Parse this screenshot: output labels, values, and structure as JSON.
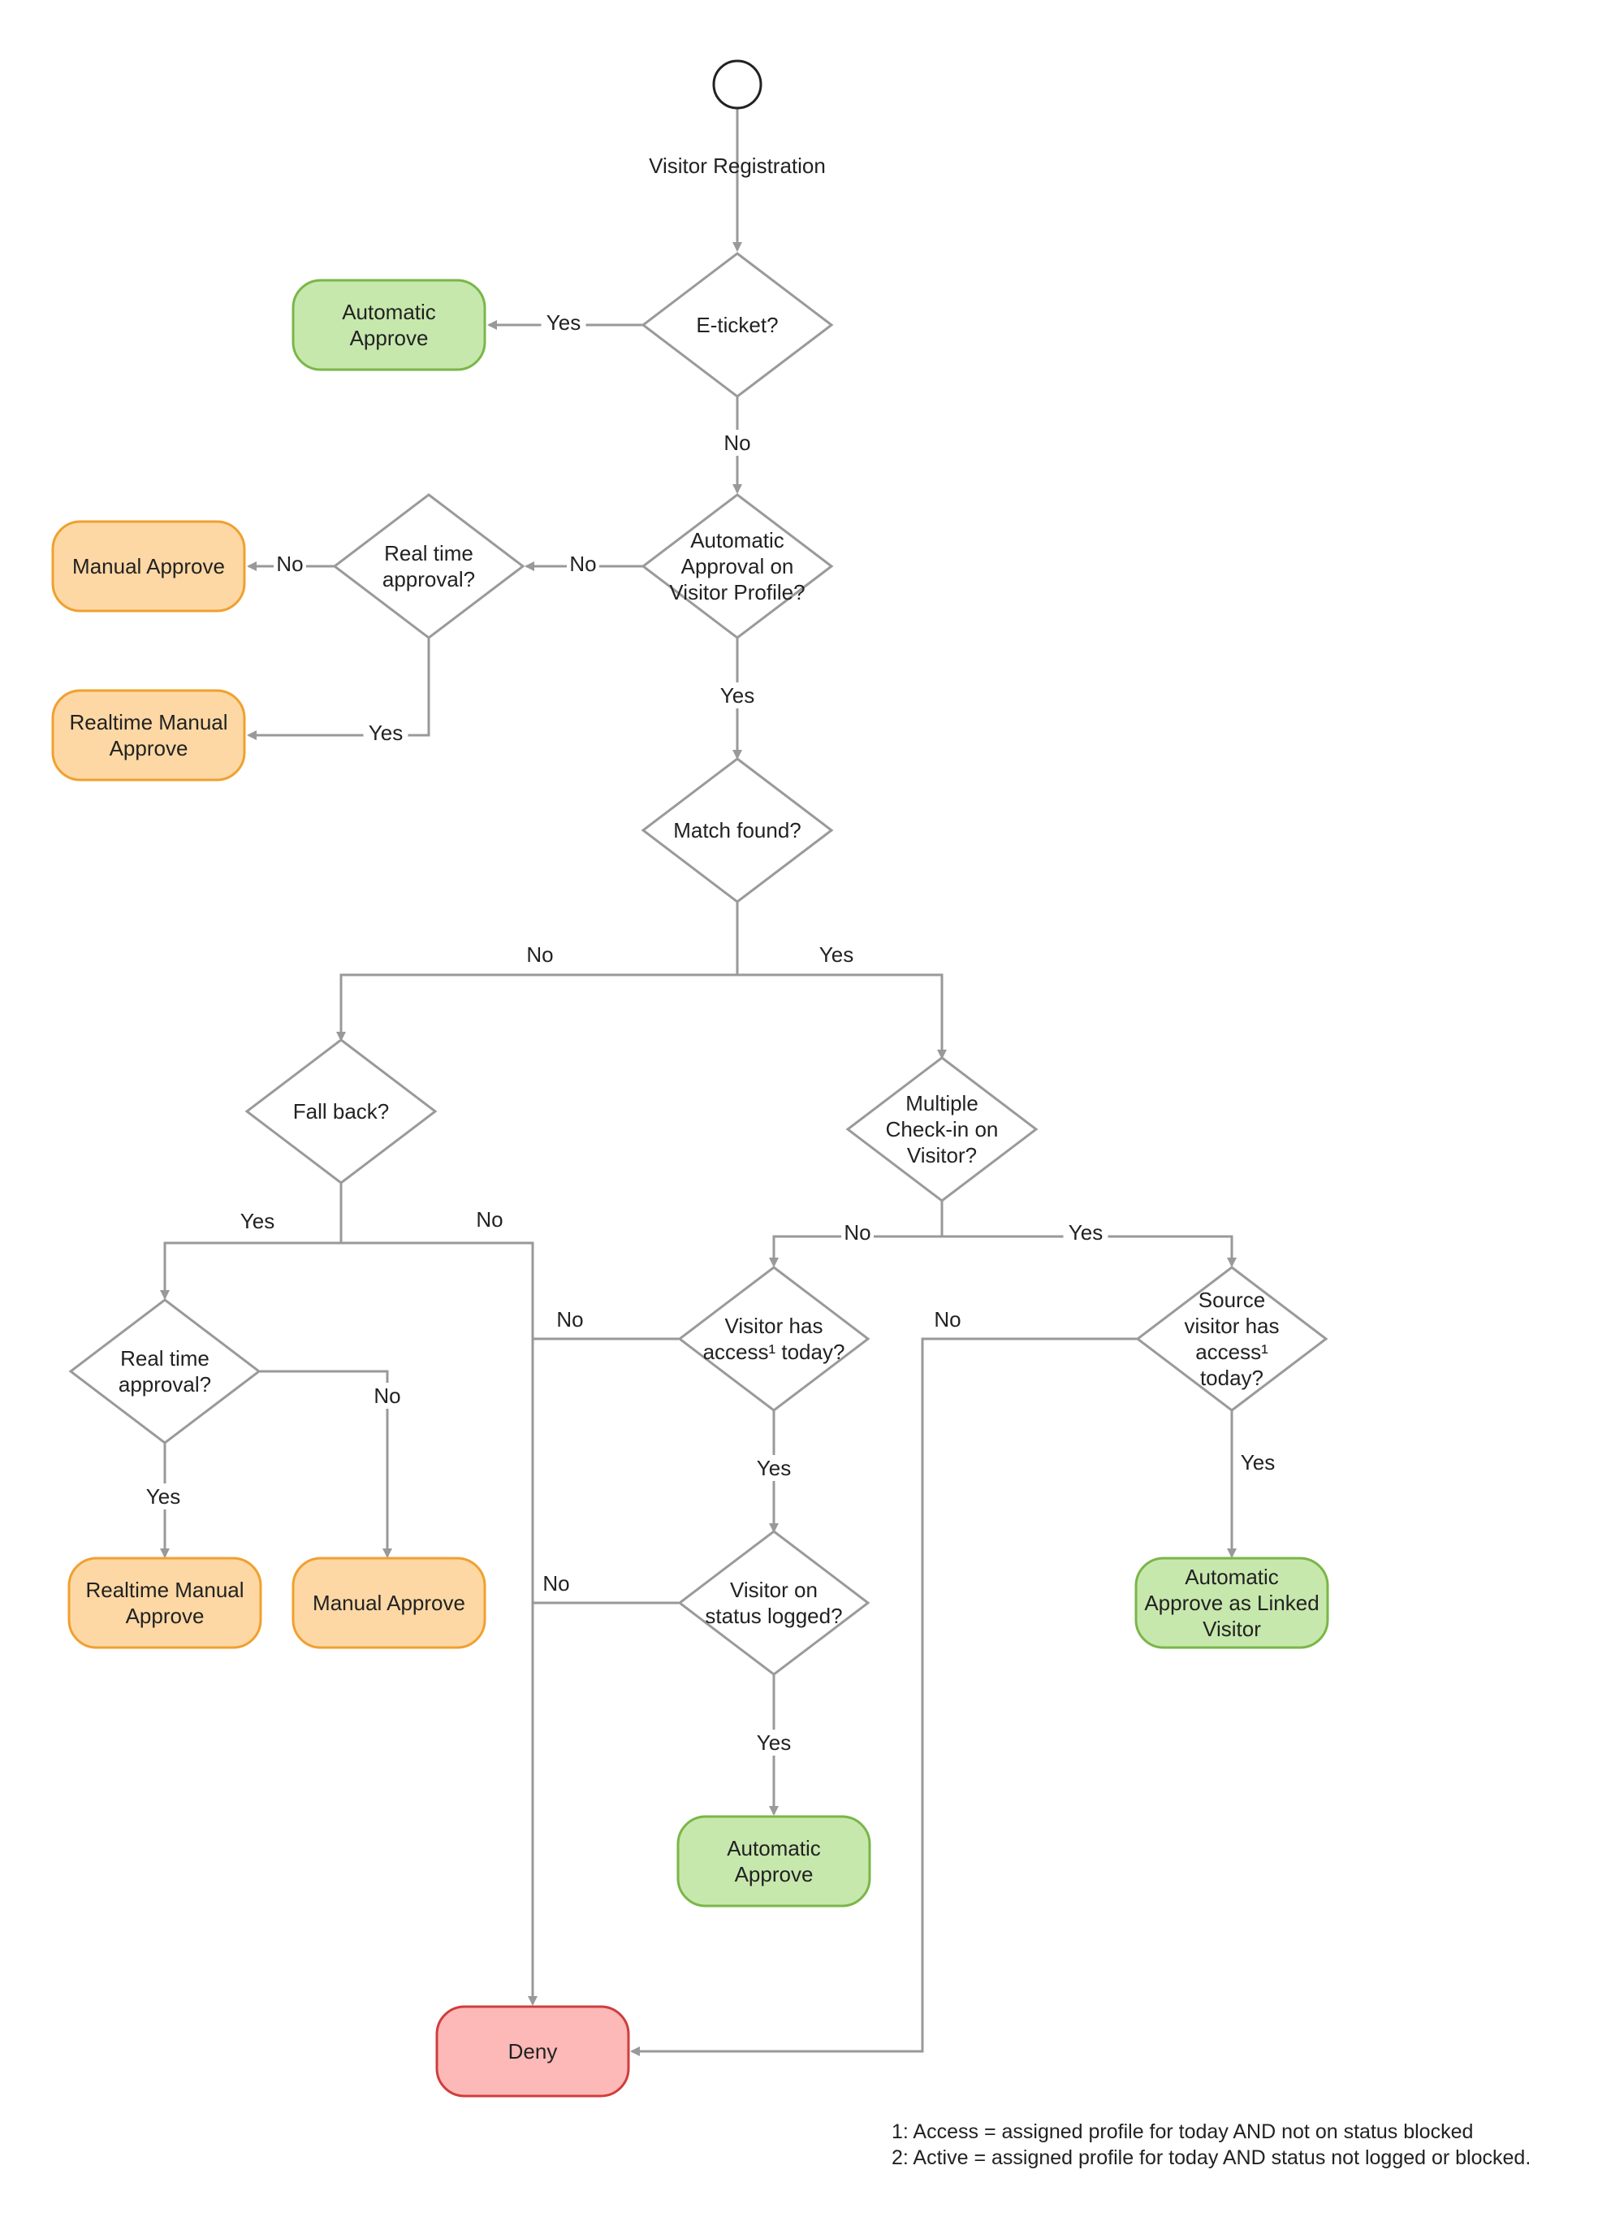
{
  "colors": {
    "line": "#999999",
    "decision_stroke": "#9a9a9a",
    "green_fill": "#c7e8ad",
    "green_stroke": "#7ab648",
    "green_text": "#4e7a2c",
    "orange_fill": "#fdd8a4",
    "orange_stroke": "#f0a030",
    "orange_text": "#b06a10",
    "red_fill": "#fdb9b7",
    "red_stroke": "#d03d3d",
    "red_text": "#a02424"
  },
  "nodes": {
    "start": {
      "label": ""
    },
    "visitor_registration": {
      "lines": [
        "Visitor Registration"
      ]
    },
    "eticket": {
      "lines": [
        "E-ticket?"
      ]
    },
    "auto_approve_top": {
      "lines": [
        "Automatic",
        "Approve"
      ]
    },
    "auto_approval_profile": {
      "lines": [
        "Automatic",
        "Approval on",
        "Visitor Profile?"
      ]
    },
    "realtime_top": {
      "lines": [
        "Real time",
        "approval?"
      ]
    },
    "manual_approve_top": {
      "lines": [
        "Manual Approve"
      ]
    },
    "realtime_manual_top": {
      "lines": [
        "Realtime Manual",
        "Approve"
      ]
    },
    "match_found": {
      "lines": [
        "Match found?"
      ]
    },
    "fall_back": {
      "lines": [
        "Fall back?"
      ]
    },
    "multiple_checkin": {
      "lines": [
        "Multiple",
        "Check-in on",
        "Visitor?"
      ]
    },
    "realtime_bottom": {
      "lines": [
        "Real time",
        "approval?"
      ]
    },
    "realtime_manual_bottom": {
      "lines": [
        "Realtime Manual",
        "Approve"
      ]
    },
    "manual_approve_bottom": {
      "lines": [
        "Manual Approve"
      ]
    },
    "visitor_has_access": {
      "lines": [
        "Visitor has",
        "access¹ today?"
      ]
    },
    "source_visitor_access": {
      "lines": [
        "Source",
        "visitor has",
        "access¹",
        "today?"
      ]
    },
    "visitor_status_logged": {
      "lines": [
        "Visitor on",
        "status logged?"
      ]
    },
    "auto_approve_bottom": {
      "lines": [
        "Automatic",
        "Approve"
      ]
    },
    "auto_approve_linked": {
      "lines": [
        "Automatic",
        "Approve as Linked",
        "Visitor"
      ]
    },
    "deny": {
      "lines": [
        "Deny"
      ]
    }
  },
  "edge_labels": {
    "eticket_yes": "Yes",
    "eticket_no": "No",
    "profile_no": "No",
    "realtime_top_no": "No",
    "realtime_top_yes": "Yes",
    "profile_yes": "Yes",
    "match_no": "No",
    "match_yes": "Yes",
    "fallback_yes": "Yes",
    "fallback_no": "No",
    "multi_no": "No",
    "multi_yes": "Yes",
    "access_no": "No",
    "source_no": "No",
    "realtime_bottom_no": "No",
    "realtime_bottom_yes": "Yes",
    "access_yes": "Yes",
    "source_yes": "Yes",
    "logged_no": "No",
    "logged_yes": "Yes"
  },
  "footnotes": [
    "1: Access = assigned profile for today AND not on status blocked",
    "2: Active = assigned profile for today AND status not logged or blocked."
  ]
}
